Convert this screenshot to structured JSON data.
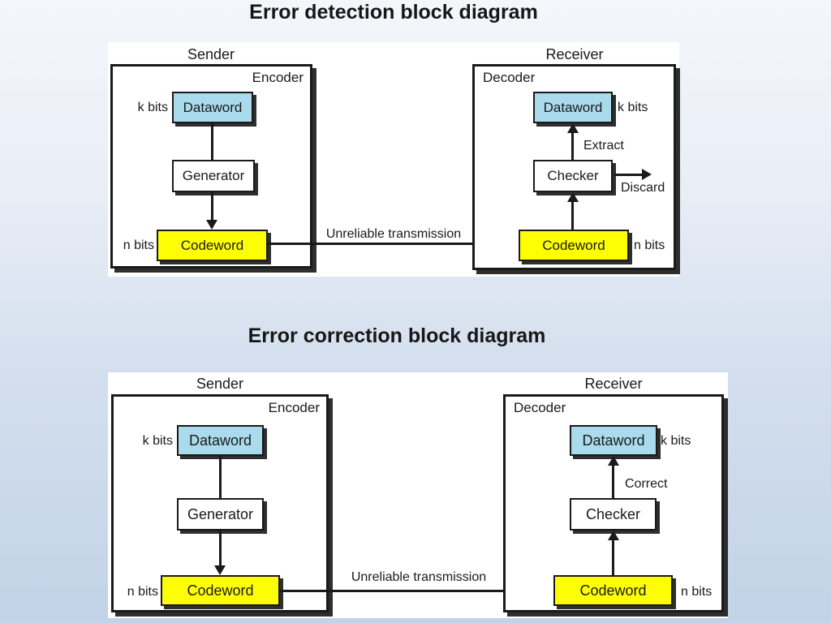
{
  "colors": {
    "background_top": "#f4f6fb",
    "background_bottom": "#c2d3e7",
    "panel": "#ffffff",
    "dataword_fill": "#a9dbec",
    "codeword_fill": "#fdfe04",
    "box_border": "#1a1a1a",
    "line": "#1a1a1a",
    "shadow": "#2e2e2e",
    "text": "#1a1a1a"
  },
  "figures": [
    {
      "title": "Error detection block diagram",
      "transmission_label": "Unreliable transmission",
      "sender": {
        "label": "Sender",
        "unit_label": "Encoder",
        "dataword": "Dataword",
        "dataword_bits": "k bits",
        "middle_box": "Generator",
        "codeword": "Codeword",
        "codeword_bits": "n bits"
      },
      "receiver": {
        "label": "Receiver",
        "unit_label": "Decoder",
        "dataword": "Dataword",
        "dataword_bits": "k bits",
        "arrow_label": "Extract",
        "middle_box": "Checker",
        "discard_label": "Discard",
        "codeword": "Codeword",
        "codeword_bits": "n bits"
      }
    },
    {
      "title": "Error correction block diagram",
      "transmission_label": "Unreliable transmission",
      "sender": {
        "label": "Sender",
        "unit_label": "Encoder",
        "dataword": "Dataword",
        "dataword_bits": "k bits",
        "middle_box": "Generator",
        "codeword": "Codeword",
        "codeword_bits": "n bits"
      },
      "receiver": {
        "label": "Receiver",
        "unit_label": "Decoder",
        "dataword": "Dataword",
        "dataword_bits": "k bits",
        "arrow_label": "Correct",
        "middle_box": "Checker",
        "codeword": "Codeword",
        "codeword_bits": "n bits"
      }
    }
  ]
}
